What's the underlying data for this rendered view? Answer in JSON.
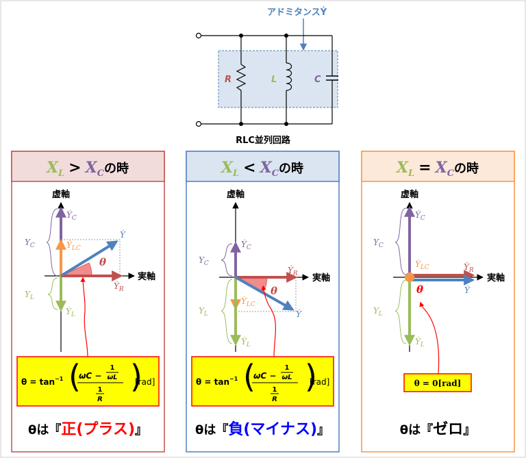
{
  "circuit": {
    "admittance_label": "アドミタンスẎ",
    "caption": "RLC並列回路",
    "R": "R",
    "L": "L",
    "C": "C"
  },
  "panels": [
    {
      "id": "gt",
      "title_xl": "X",
      "title_xl_sub": "L",
      "title_op": ">",
      "title_xc": "X",
      "title_xc_sub": "C",
      "title_suffix": "の時",
      "axis_imag": "虚軸",
      "axis_real": "実軸",
      "YC_dot": "Ẏ",
      "YC_sub": "C",
      "YLC": "Ẏ",
      "YLC_sub": "LC",
      "Y": "Ẏ",
      "YR": "Ẏ",
      "YR_sub": "R",
      "YL_dot": "Ẏ",
      "YL_sub": "L",
      "YC_brace": "Y",
      "YC_brace_sub": "C",
      "YL_brace": "Y",
      "YL_brace_sub": "L",
      "theta": "θ",
      "formula_lhs": "θ = tan",
      "formula_exp": "−1",
      "formula_num1": "ωC −",
      "formula_num_frac_top": "1",
      "formula_num_frac_bot": "ωL",
      "formula_den_top": "1",
      "formula_den_bot": "R",
      "formula_unit": "[rad]",
      "result_prefix": "θは『",
      "result_word": "正(プラス)",
      "result_suffix": "』"
    },
    {
      "id": "lt",
      "title_xl": "X",
      "title_xl_sub": "L",
      "title_op": "<",
      "title_xc": "X",
      "title_xc_sub": "C",
      "title_suffix": "の時",
      "axis_imag": "虚軸",
      "axis_real": "実軸",
      "YC_dot": "Ẏ",
      "YC_sub": "C",
      "YLC": "Ẏ",
      "YLC_sub": "LC",
      "Y": "Ẏ",
      "YR": "Ẏ",
      "YR_sub": "R",
      "YL_dot": "Ẏ",
      "YL_sub": "L",
      "YC_brace": "Y",
      "YC_brace_sub": "C",
      "YL_brace": "Y",
      "YL_brace_sub": "L",
      "theta": "θ",
      "formula_lhs": "θ = tan",
      "formula_exp": "−1",
      "formula_num1": "ωC −",
      "formula_num_frac_top": "1",
      "formula_num_frac_bot": "ωL",
      "formula_den_top": "1",
      "formula_den_bot": "R",
      "formula_unit": "[rad]",
      "result_prefix": "θは『",
      "result_word": "負(マイナス)",
      "result_suffix": "』"
    },
    {
      "id": "eq",
      "title_xl": "X",
      "title_xl_sub": "L",
      "title_op": "=",
      "title_xc": "X",
      "title_xc_sub": "C",
      "title_suffix": "の時",
      "axis_imag": "虚軸",
      "axis_real": "実軸",
      "YC_dot": "Ẏ",
      "YC_sub": "C",
      "YLC": "Ẏ",
      "YLC_sub": "LC",
      "Y": "Ẏ",
      "YR": "Ẏ",
      "YR_sub": "R",
      "YL_dot": "Ẏ",
      "YL_sub": "L",
      "YC_brace": "Y",
      "YC_brace_sub": "C",
      "YL_brace": "Y",
      "YL_brace_sub": "L",
      "theta": "θ",
      "formula_simple": "θ = 0[rad]",
      "result_prefix": "θは『",
      "result_word": "ゼロ",
      "result_suffix": "』"
    }
  ],
  "colors": {
    "red": "#c0504d",
    "blue": "#4f81bd",
    "green": "#9bbb59",
    "purple": "#8064a2",
    "orange": "#f79646",
    "bright_red": "#ff0000",
    "bright_blue": "#0000ff",
    "yellow": "#ffff00"
  }
}
